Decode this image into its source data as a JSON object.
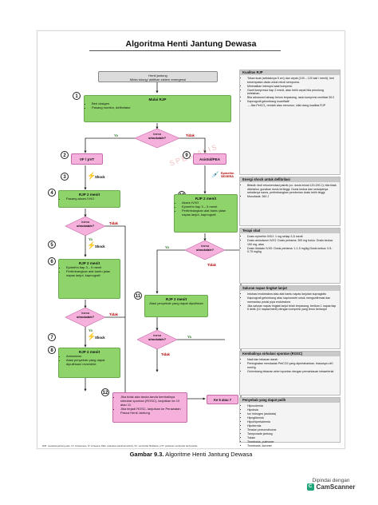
{
  "page": {
    "title": "Algoritma Henti Jantung Dewasa",
    "caption_label": "Gambar 9.3.",
    "caption_text": " Algoritme Henti Jantung Dewasa",
    "footnote": "RJP: resusitasi jantung paru, IO: intraosseus, IV: intravena, PEA: pulseless electrical activity, VF: ventricular fibrillation, pVT: pulseless ventricular tachycardia",
    "watermark": "SPESIALIS"
  },
  "flow": {
    "start_line1": "Henti jantung",
    "start_line2": "Minta tolong/ aktifkan sistem emergensi",
    "s1_title": "Mulai RJP",
    "s1_items": [
      "Beri oksigen",
      "Pasang monitor, defibrilator"
    ],
    "rhythm1": "Irama",
    "rhythm1b": "shockable?",
    "ya": "Ya",
    "tidak": "Tidak",
    "s2": "VF / pVT",
    "s9": "Asistol/PEA",
    "shock": "Shock",
    "epi_now": "Epinefrin SEGERA",
    "s4_title": "RJP 2 menit",
    "s4_items": [
      "Pasang akses IV/IO"
    ],
    "s10_title": "RJP 2 menit",
    "s10_items": [
      "Akses IV/IO",
      "Epinefrin tiap 3 – 5 menit",
      "Pertimbangkan alat bantu jalan napas lanjut, kapnografi"
    ],
    "s6_title": "RJP 2 menit",
    "s6_items": [
      "Epinefrin tiap 3 – 5 menit",
      "Pertimbangkan alat bantu jalan napas lanjut, kapnografi"
    ],
    "s11_title": "RJP 2 menit",
    "s11_items": [
      "Atasi penyebab yang dapat dipulihkan"
    ],
    "s8_title": "RJP 2 menit",
    "s8_items": [
      "Amiodaron",
      "Atasi penyebab yang dapat dipulihkan/ reversible"
    ],
    "s12_items": [
      "Jika tidak ada tanda-tanda kembalinya sirkulasi spontan (ROSC), lanjutkan ke 10 atau 11",
      "Jika terjadi ROSC, lanjutkan ke Perawatan Pasca Henti Jantung"
    ],
    "goto": "Ke 5 atau 7",
    "nums": [
      "1",
      "2",
      "3",
      "4",
      "5",
      "6",
      "7",
      "8",
      "9",
      "10",
      "11",
      "12"
    ]
  },
  "side": [
    {
      "head": "Kualitas RJP",
      "items": [
        "Tekan kuat (setidaknya 5 cm) dan cepat (100 – 120 kali / menit), beri kesempatan dada untuk rekoil sempurna.",
        "Minimalkan interupsi saat kompresi.",
        "Ganti kompresor tiap 2 menit, atau lebih cepat bila penolong kelelahan.",
        "Bila advanced airway belum terpasang, rasio kompresi-ventilasi 30:2",
        "Kapnografi gelombang kuantitatif",
        "Jika PetCO₂ rendah atau menurun, nilai ulang kualitas RJP"
      ]
    },
    {
      "head": "Energi shock untuk defibrilasi",
      "items": [
        "Bifasik: ikuti rekomendasi pabrik (cc: dosis inisial 120-200 J); bila tidak diketahui, gunakan dosis tertinggi. Dosis kedua dan selanjutnya sebaiknya sama, pertimbangkan pemberian dosis lebih tinggi.",
        "Monofasik: 360 J"
      ]
    },
    {
      "head": "Terapi obat",
      "items": [
        "Dosis epinefrin IV/IO: 1 mg setiap 3-5 menit",
        "Dosis amiodaron IV/IO: Dosis pertama: 300 mg bolus. Dosis kedua: 150 mg, atau",
        "Dosis lidokain IV/IO: Dosis pertama: 1-1.5 mg/kg Dosis kedua: 0.5-0.75 mg/kg"
      ]
    },
    {
      "head": "Saluran napas tingkat lanjut",
      "items": [
        "Intubasi endotrakea atau alat bantu napas lanjutan supraglotis",
        "Kapnografi gelombang atau kapnometri untuk mengonfirmasi dan memantau posisi pipa endotrakea",
        "Jika saluran napas tingkat lanjut telah terpasang, berikan 1 napas tiap 6 detik (10 napas/menit) dengan kompresi yang terus berlanjut"
      ]
    },
    {
      "head": "Kembalinya sirkulasi spontan (ROSC)",
      "items": [
        "Nadi dan tekanan darah",
        "Peningkatan mendadak PetCO2 yang dipertahankan, biasanya ≥40 mmHg",
        "Gelombang tekanan arteri spontan dengan pemantauan intraarterial"
      ]
    },
    {
      "head": "Penyebab yang dapat pulih",
      "items": [
        "Hipovolemia",
        "Hipoksia",
        "Ion hidrogen (asidosis)",
        "Hipoglikemia",
        "Hipo/hiperkalemia",
        "Hipotermia",
        "Tension pneumothorax",
        "Tamponade jantung",
        "Toksin",
        "Trombosis, pulmoner",
        "Trombosis, koroner"
      ]
    }
  ],
  "footer": {
    "line1": "Dipindai dengan",
    "line2": "CamScanner"
  },
  "colors": {
    "green": "#8fd46a",
    "pink": "#f5b0dc",
    "arrow": "#222222",
    "shock": "#c0392b"
  }
}
